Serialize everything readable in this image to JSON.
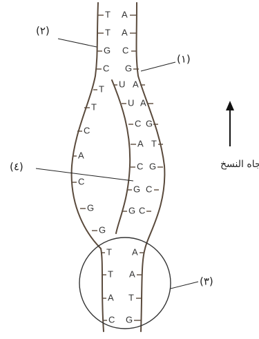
{
  "labels": {
    "l1": "(١)",
    "l2": "(٢)",
    "l3": "(٣)",
    "l4": "(٤)",
    "direction": "اتجاه النسخ"
  },
  "bases": {
    "left_pairs": [
      [
        "T",
        "A"
      ],
      [
        "T",
        "A"
      ],
      [
        "G",
        "C"
      ],
      [
        "C",
        "G"
      ]
    ],
    "left_strand": [
      "T",
      "T",
      "C",
      "A",
      "C",
      "G",
      "G"
    ],
    "right_pairs": [
      [
        "U",
        "A"
      ],
      [
        "U",
        "A"
      ],
      [
        "C",
        "G"
      ],
      [
        "A",
        "T"
      ],
      [
        "C",
        "G"
      ],
      [
        "G",
        "C"
      ],
      [
        "G",
        "C"
      ]
    ],
    "bottom_pairs": [
      [
        "T",
        "A"
      ],
      [
        "T",
        "A"
      ],
      [
        "A",
        "T"
      ],
      [
        "C",
        "G"
      ]
    ]
  }
}
